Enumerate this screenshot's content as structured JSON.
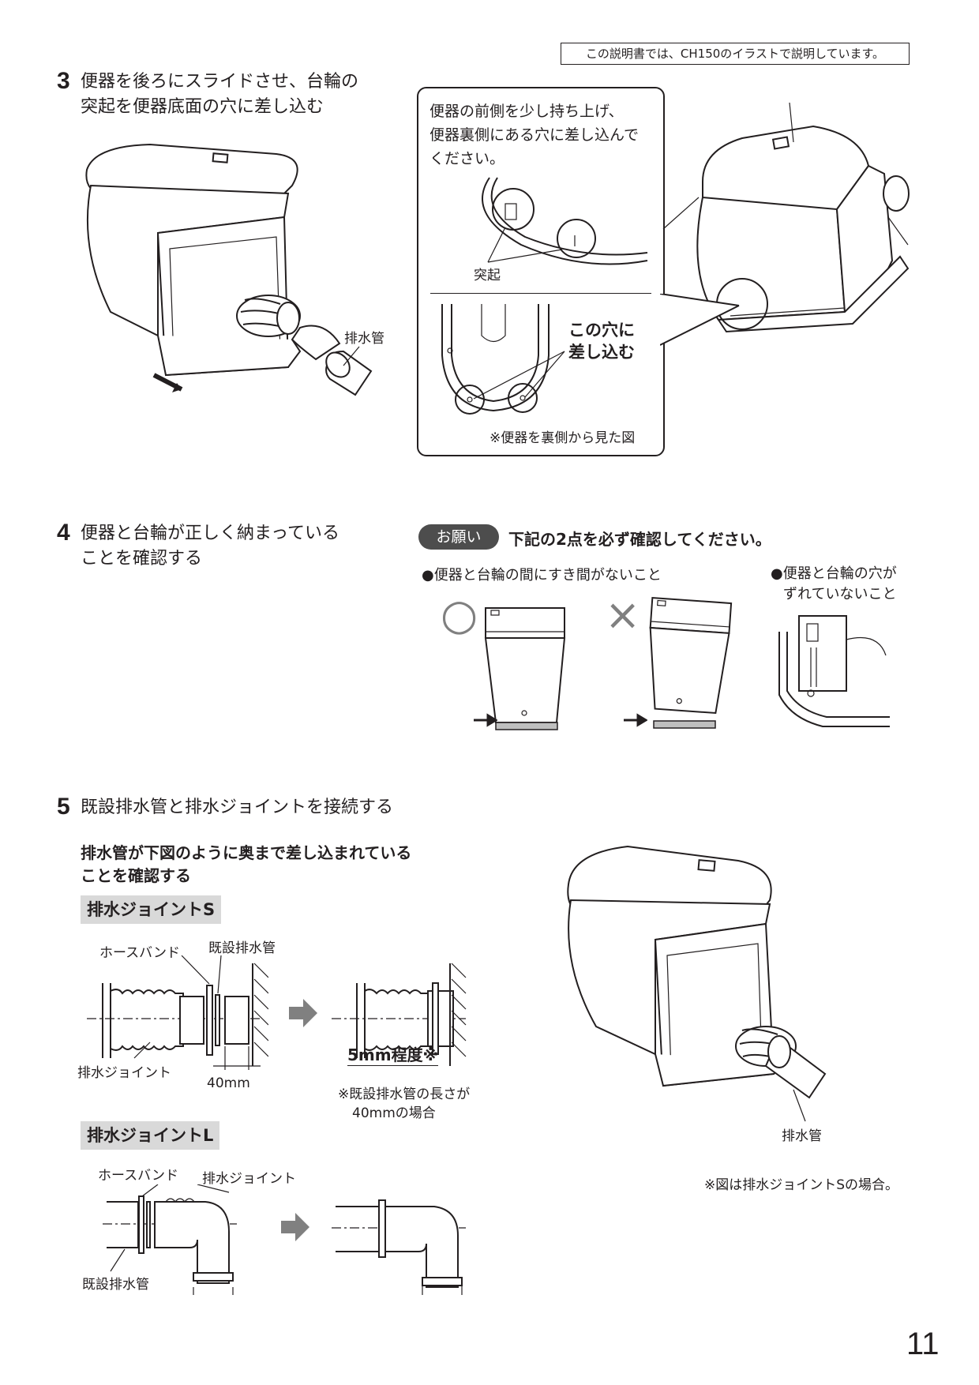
{
  "header_note": "この説明書では、CH150のイラストで説明しています。",
  "step3": {
    "num": "3",
    "line1": "便器を後ろにスライドさせ、台輪の",
    "line2": "突起を便器底面の穴に差し込む",
    "drain_label": "排水管",
    "callout_line1": "便器の前側を少し持ち上げ、",
    "callout_line2": "便器裏側にある穴に差し込んで",
    "callout_line3": "ください。",
    "protrusion_label": "突起",
    "insert_line1": "この穴に",
    "insert_line2": "差し込む",
    "back_view_note": "※便器を裏側から見た図"
  },
  "step4": {
    "num": "4",
    "line1": "便器と台輪が正しく納まっている",
    "line2": "ことを確認する",
    "request_badge": "お願い",
    "request_text": "下記の2点を必ず確認してください。",
    "check1": "●便器と台輪の間にすき間がないこと",
    "check2_line1": "●便器と台輪の穴が",
    "check2_line2": "ずれていないこと",
    "ok_mark": "○",
    "ng_mark": "×"
  },
  "step5": {
    "num": "5",
    "title": "既設排水管と排水ジョイントを接続する",
    "sub_line1": "排水管が下図のように奥まで差し込まれている",
    "sub_line2": "ことを確認する",
    "joint_s_label": "排水ジョイントS",
    "hose_band": "ホースバンド",
    "existing_pipe": "既設排水管",
    "drain_joint": "排水ジョイント",
    "dim_40": "40mm",
    "dim_5": "5mm程度※",
    "note_line1": "※既設排水管の長さが",
    "note_line2": "40mmの場合",
    "joint_l_label": "排水ジョイントL",
    "drain_label": "排水管",
    "figure_note": "※図は排水ジョイントSの場合。"
  },
  "page_number": "11"
}
